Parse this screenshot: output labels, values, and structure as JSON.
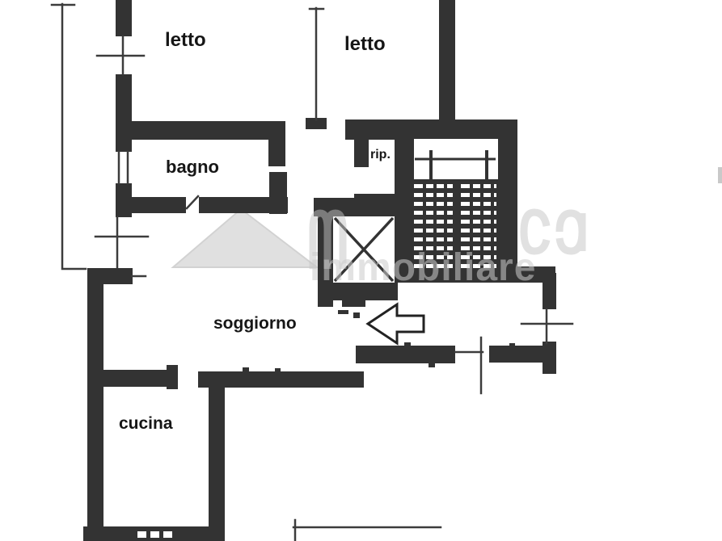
{
  "floor_plan": {
    "language": "it",
    "room_labels": {
      "bedroom_1": "letto",
      "bedroom_2": "letto",
      "bathroom": "bagno",
      "storage": "rip.",
      "living_room": "soggiorno",
      "kitchen": "cucina"
    },
    "watermark": {
      "line2": "immobiliare"
    },
    "symbols": [
      "staircase",
      "elevator",
      "entrance-arrow",
      "windows",
      "balcony-edges"
    ],
    "colors": {
      "wall": "#333333",
      "background": "#ffffff",
      "watermark": "#d6d6d6",
      "label_text": "#161616"
    }
  }
}
